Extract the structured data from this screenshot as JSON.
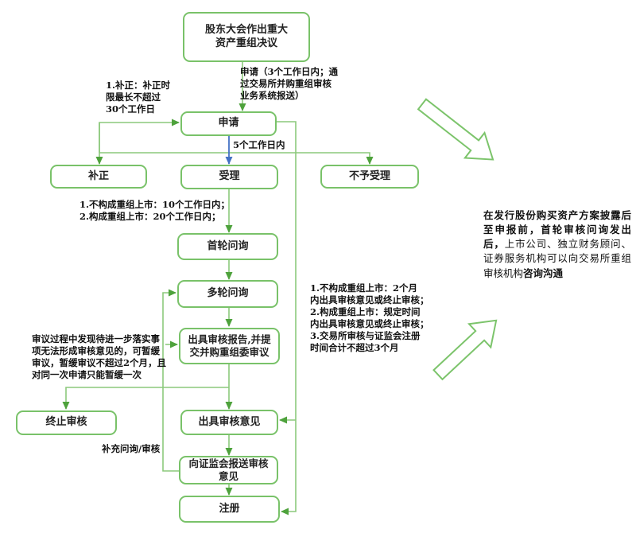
{
  "nodes": {
    "resolution": "股东大会作出重大\n资产重组决议",
    "application": "申请",
    "correction": "补正",
    "acceptance": "受理",
    "rejection": "不予受理",
    "first_inquiry": "首轮问询",
    "multi_inquiry": "多轮问询",
    "report": "出具审核报告,并提\n交并购重组委审议",
    "terminate": "终止审核",
    "opinion": "出具审核意见",
    "report_csrc": "向证监会报送审核\n意见",
    "register": "注册"
  },
  "edge_labels": {
    "submit": "申请（3个工作日内；通\n过交易所并购重组审核\n业务系统报送）",
    "five_days": "5个工作日内",
    "supplement": "补充问询/审核"
  },
  "notes": {
    "correction_note": "1.补正：补正时\n限最长不超过\n30个工作日",
    "inquiry_timing": "1.不构成重组上市：10个工作日内；\n2.构成重组上市：20个工作日内；",
    "deliberation_note": "审议过程中发现待进一步落实事\n项无法形成审核意见的，可暂缓\n审议，暂缓审议不超过2个月，且\n对同一次申请只能暂缓一次",
    "review_timing": "1.不构成重组上市：2个月\n内出具审核意见或终止审核；\n2.构成重组上市：规定时间\n内出具审核意见或终止审核；\n3.交易所审核与证监会注册\n时间合计不超过3个月"
  },
  "side_note": {
    "bold_lead": "在发行股份购买资产方案披露后至申报前，首轮审核问询发出后，",
    "regular_mid": "上市公司、独立财务顾问、证券服务机构可以向交易所重组审核机构",
    "bold_tail": "咨询沟通"
  },
  "icons": {
    "top_right_arrow": "large-outline-arrow-down-right",
    "mid_right_arrow": "large-outline-arrow-up-right"
  },
  "colors": {
    "box_border": "#79c269",
    "connector_line": "#8cc97c",
    "arrowhead": "#4ea23c",
    "acceptance_arrow": "#4472c4",
    "big_arrow_outline": "#7cc46b",
    "text": "#1a1a1a"
  }
}
